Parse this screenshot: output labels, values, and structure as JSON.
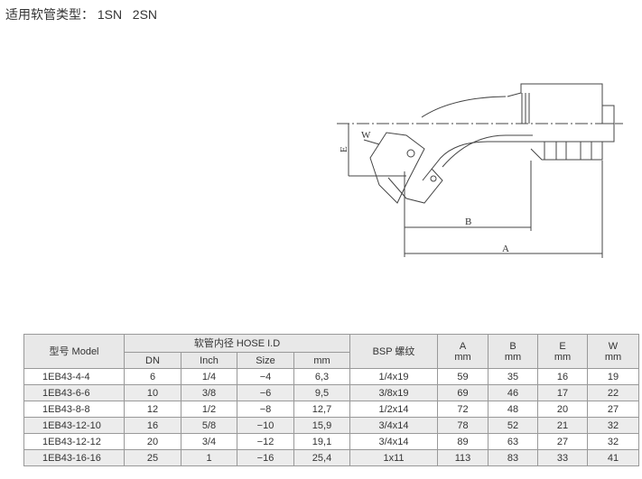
{
  "title": {
    "label": "适用软管类型：",
    "types": "1SN   2SN"
  },
  "drawing": {
    "labels": {
      "e": "E",
      "w": "W",
      "b": "B",
      "a": "A"
    }
  },
  "table": {
    "header": {
      "model": "型号 Model",
      "hose_id": "软管内径 HOSE I.D",
      "dn": "DN",
      "inch": "Inch",
      "size": "Size",
      "mm": "mm",
      "bsp": "BSP 螺纹",
      "a": "A",
      "b": "B",
      "e": "E",
      "w": "W",
      "unit": "mm"
    },
    "rows": [
      {
        "model": "1EB43-4-4",
        "dn": "6",
        "inch": "1/4",
        "size": "−4",
        "mm": "6,3",
        "bsp": "1/4x19",
        "a": "59",
        "b": "35",
        "e": "16",
        "w": "19"
      },
      {
        "model": "1EB43-6-6",
        "dn": "10",
        "inch": "3/8",
        "size": "−6",
        "mm": "9,5",
        "bsp": "3/8x19",
        "a": "69",
        "b": "46",
        "e": "17",
        "w": "22"
      },
      {
        "model": "1EB43-8-8",
        "dn": "12",
        "inch": "1/2",
        "size": "−8",
        "mm": "12,7",
        "bsp": "1/2x14",
        "a": "72",
        "b": "48",
        "e": "20",
        "w": "27"
      },
      {
        "model": "1EB43-12-10",
        "dn": "16",
        "inch": "5/8",
        "size": "−10",
        "mm": "15,9",
        "bsp": "3/4x14",
        "a": "78",
        "b": "52",
        "e": "21",
        "w": "32"
      },
      {
        "model": "1EB43-12-12",
        "dn": "20",
        "inch": "3/4",
        "size": "−12",
        "mm": "19,1",
        "bsp": "3/4x14",
        "a": "89",
        "b": "63",
        "e": "27",
        "w": "32"
      },
      {
        "model": "1EB43-16-16",
        "dn": "25",
        "inch": "1",
        "size": "−16",
        "mm": "25,4",
        "bsp": "1x11",
        "a": "113",
        "b": "83",
        "e": "33",
        "w": "41"
      }
    ]
  }
}
